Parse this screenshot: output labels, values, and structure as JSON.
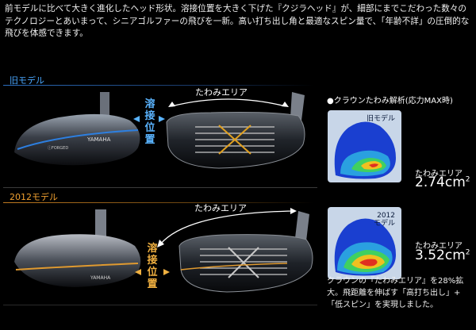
{
  "intro_text": "前モデルに比べて大きく進化したヘッド形状。溶接位置を大きく下げた『クジラヘッド』が、細部にまでこだわった数々のテクノロジーとあいまって、シニアゴルファーの飛びを一新。高い打ち出し角と最適なスピン量で、「年齢不詳」の圧倒的な飛びを体感できます。",
  "old_model": {
    "label": "旧モデル",
    "weld_label": "溶接位置",
    "area_label": "たわみエリア",
    "brand_text": "YAMAHA",
    "sub_text": "ⓘFORGED"
  },
  "new_model": {
    "label": "2012モデル",
    "weld_label": "溶接位置",
    "area_label": "たわみエリア",
    "brand_text": "YAMAHA"
  },
  "analysis": {
    "title": "●クラウンたわみ解析(応力MAX時)",
    "old_heat_label": "旧モデル",
    "new_heat_label_1": "2012",
    "new_heat_label_2": "モデル",
    "old_area_label": "たわみエリア",
    "old_area_value": "2.74cm",
    "new_area_label": "たわみエリア",
    "new_area_value": "3.52cm",
    "unit_sup": "2",
    "caption": "クラウンの『たわみエリア』を28%拡大。飛距離を伸ばす「高打ち出し」+「低スピン」を実現しました。"
  },
  "colors": {
    "old_accent": "#4aa8ff",
    "new_accent": "#f0a030"
  }
}
